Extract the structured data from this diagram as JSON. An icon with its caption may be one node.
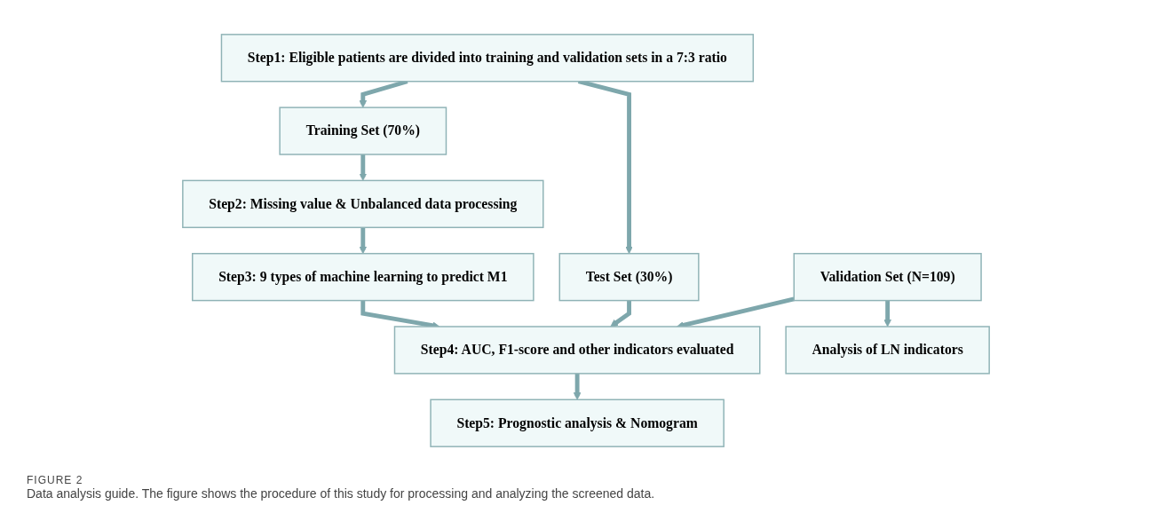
{
  "diagram": {
    "caption": "Data analysis guide. The figure shows the procedure of this study for processing and analyzing the screened data.",
    "nodes": [
      {
        "text": [
          "Step1: Eligible patients are divided into training and validation sets in a 7:3 ratio"
        ]
      },
      {
        "text": [
          "Training Set (70%)"
        ]
      },
      {
        "text": [
          "Step2: Missing value & Unbalanced data processing"
        ]
      },
      {
        "text": [
          "Step3: 9 types of machine learning to predict M1"
        ]
      },
      {
        "text": [
          "Step4: AUC, F1-score and other indicators evaluated"
        ]
      },
      {
        "text": [
          "Step5: Prognostic analysis & Nomogram"
        ]
      },
      {
        "text": [
          "Test Set (30%)"
        ]
      },
      {
        "text": [
          "Validation Set (N=109)"
        ]
      },
      {
        "text": [
          "Analysis of LN indicators"
        ]
      }
    ],
    "edges": [
      {
        "from": 0,
        "to": 1,
        "arrow": "to"
      },
      {
        "from": 1,
        "to": 2,
        "arrow": "to"
      },
      {
        "from": 2,
        "to": 3,
        "arrow": "to"
      },
      {
        "from": 3,
        "to": 4,
        "arrow": "to"
      },
      {
        "from": 4,
        "to": 5,
        "arrow": "to"
      },
      {
        "from": 0,
        "to": 6,
        "arrow": "to"
      },
      {
        "from": 6,
        "to": 4,
        "arrow": "to"
      },
      {
        "from": 7,
        "to": 4,
        "arrow": "to"
      },
      {
        "from": 7,
        "to": 8,
        "arrow": "to"
      }
    ],
    "labels": [
      "FIGURE 2"
    ]
  }
}
